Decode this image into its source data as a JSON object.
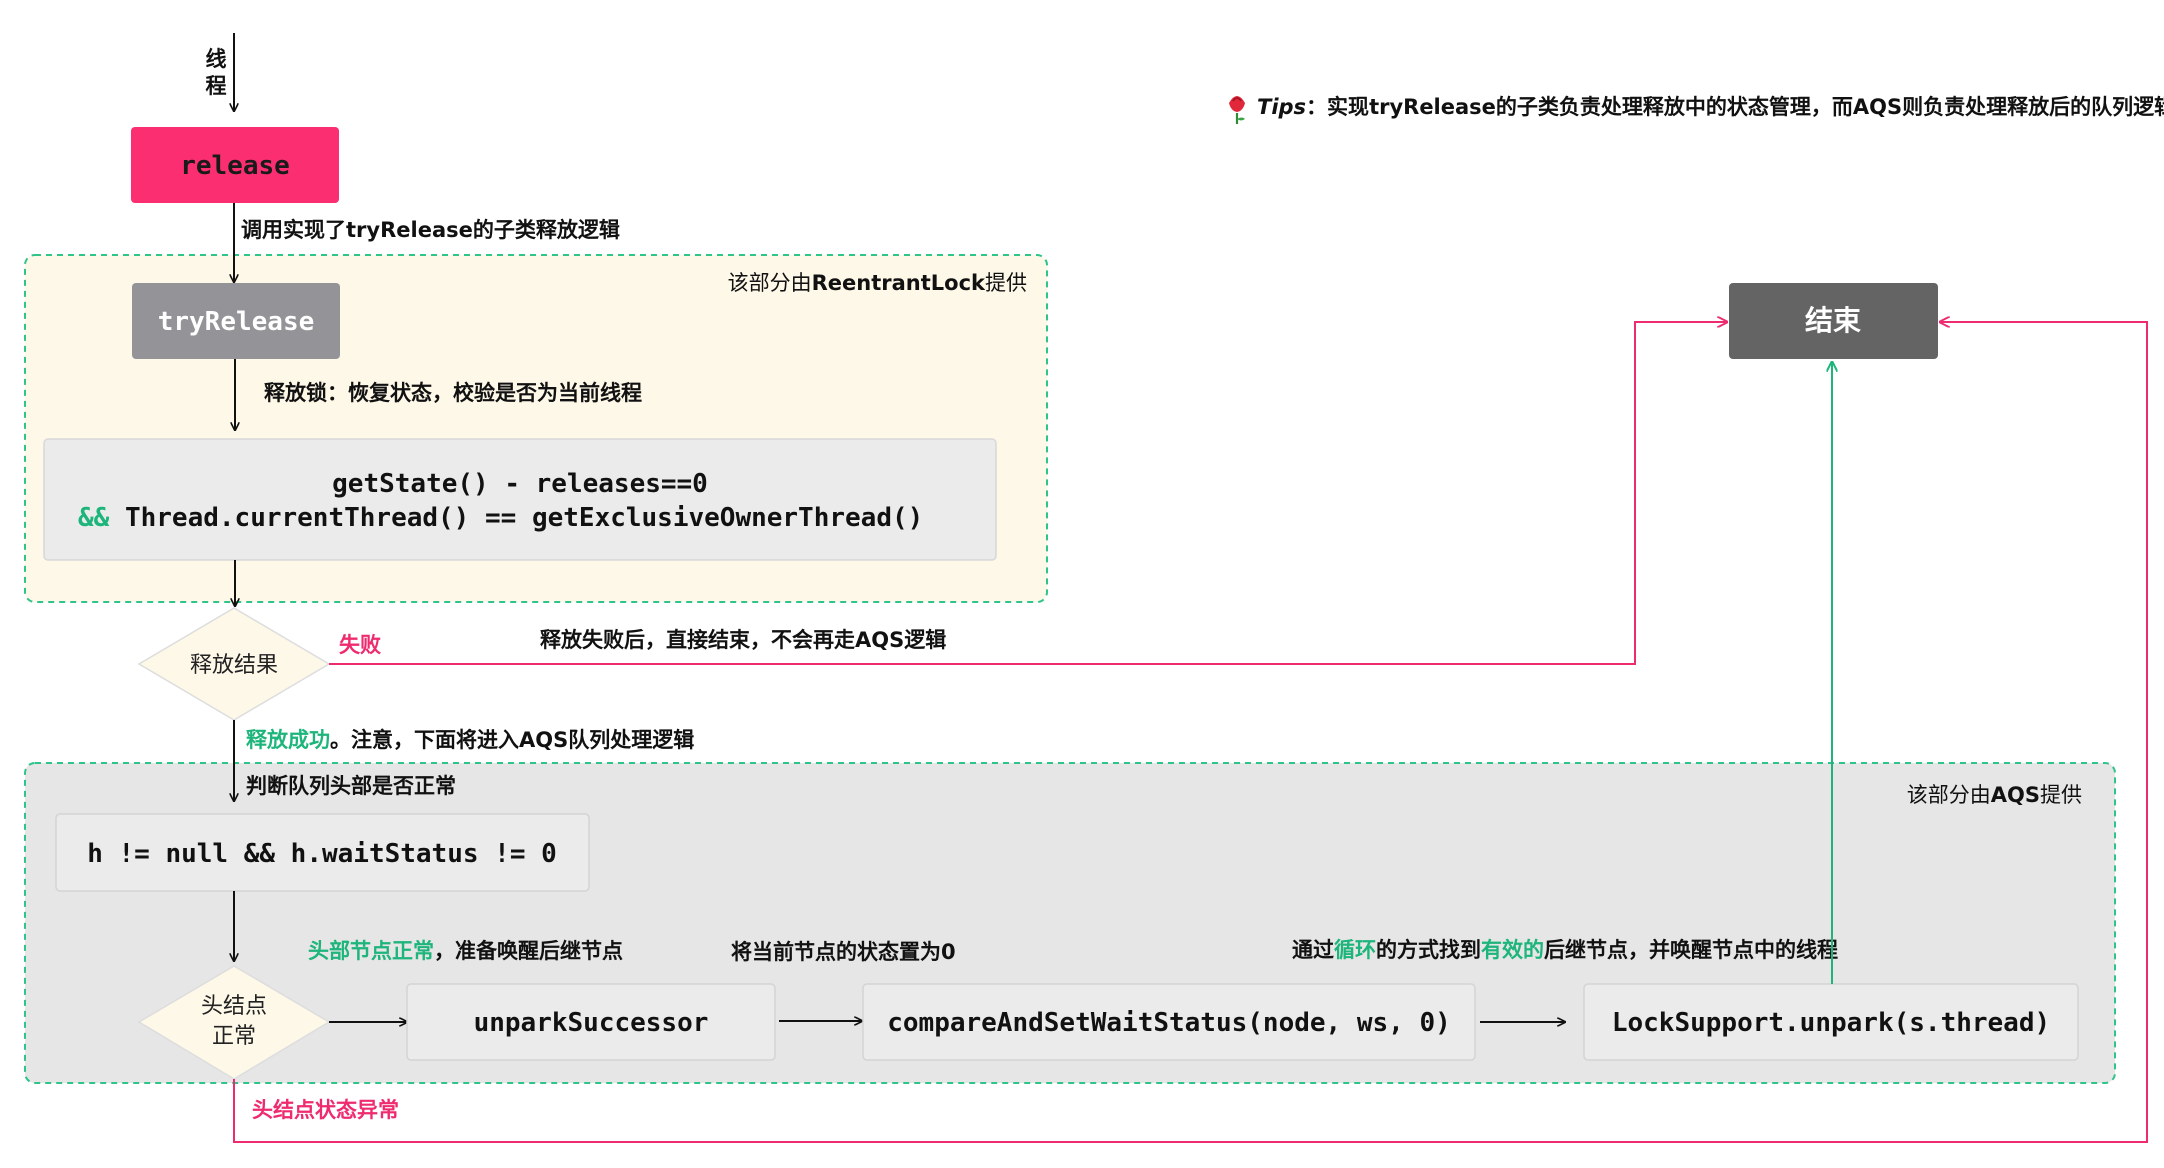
{
  "start": {
    "label_line1": "线",
    "label_line2": "程"
  },
  "tips": {
    "icon": "rose-icon",
    "lead": "Tips",
    "text_a": "：实现",
    "text_b": "tryRelease",
    "text_c": "的子类负责处理释放中的状态管理，而",
    "text_d": "AQS",
    "text_e": "则负责处理释放后的队列逻辑。"
  },
  "nodes": {
    "release": "release",
    "try_release": "tryRelease",
    "end": "结束",
    "condition_line1": "getState() - releases==0",
    "condition_line2_amp": "&&",
    "condition_line2": " Thread.currentThread() == getExclusiveOwnerThread()",
    "release_result": "释放结果",
    "queue_check": "h != null && h.waitStatus != 0",
    "head_line1": "头结点",
    "head_line2": "正常",
    "unpark_successor": "unparkSuccessor",
    "compare_and_set": "compareAndSetWaitStatus(node, ws, 0)",
    "lock_support": "LockSupport.unpark(s.thread)"
  },
  "regions": {
    "reentrant": {
      "prefix": "该部分由",
      "name": "ReentrantLock",
      "suffix": "提供"
    },
    "aqs": {
      "prefix": "该部分由",
      "name": "AQS",
      "suffix": "提供"
    }
  },
  "edges": {
    "call_try_a": "调用实现了",
    "call_try_b": "tryRelease",
    "call_try_c": "的子类释放逻辑",
    "release_lock": "释放锁：恢复状态，校验是否为当前线程",
    "fail_label": "失败",
    "fail_desc_a": "释放失败后，直接结束，不会再走",
    "fail_desc_b": "AQS",
    "fail_desc_c": "逻辑",
    "success_a": "释放成功",
    "success_b": "。注意，下面将进入",
    "success_c": "AQS",
    "success_d": "队列处理逻辑",
    "check_head": "判断队列头部是否正常",
    "head_ok_a": "头部节点正常",
    "head_ok_b": "，准备唤醒后继节点",
    "set_zero_a": "将当前节点的状态置为",
    "set_zero_b": "0",
    "loop_a": "通过",
    "loop_b": "循环",
    "loop_c": "的方式找到",
    "loop_d": "有效的",
    "loop_e": "后继节点，并唤醒节点中的线程",
    "head_abnormal": "头结点状态异常"
  },
  "colors": {
    "release_fill": "#fa2e70",
    "try_release_fill": "#939398",
    "end_fill": "#646464",
    "reentrant_bg": "#fef8e9",
    "aqs_bg": "#e6e6e6",
    "dash_border": "#2fc48a",
    "accent_green": "#1db57b",
    "accent_pink": "#ee2b6e"
  }
}
